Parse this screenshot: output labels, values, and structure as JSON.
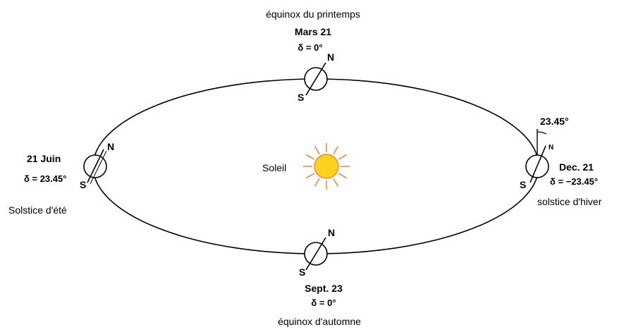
{
  "sun": {
    "label": "Soleil",
    "fill_color": "#ffd21f",
    "ray_color": "#f08a3c"
  },
  "positions": {
    "spring": {
      "name": "équinox du printemps",
      "date": "Mars 21",
      "declination": "δ = 0°"
    },
    "summer": {
      "date": "21 Juin",
      "declination": "δ = 23.45°",
      "name": "Solstice d'été"
    },
    "autumn": {
      "date": "Sept. 23",
      "declination": "δ = 0°",
      "name": "équinox d'automne"
    },
    "winter": {
      "date": "Dec. 21",
      "declination": "δ = −23.45°",
      "name": "solstice d'hiver",
      "tilt_angle": "23.45°"
    }
  },
  "axis_labels": {
    "north": "N",
    "south": "S"
  }
}
